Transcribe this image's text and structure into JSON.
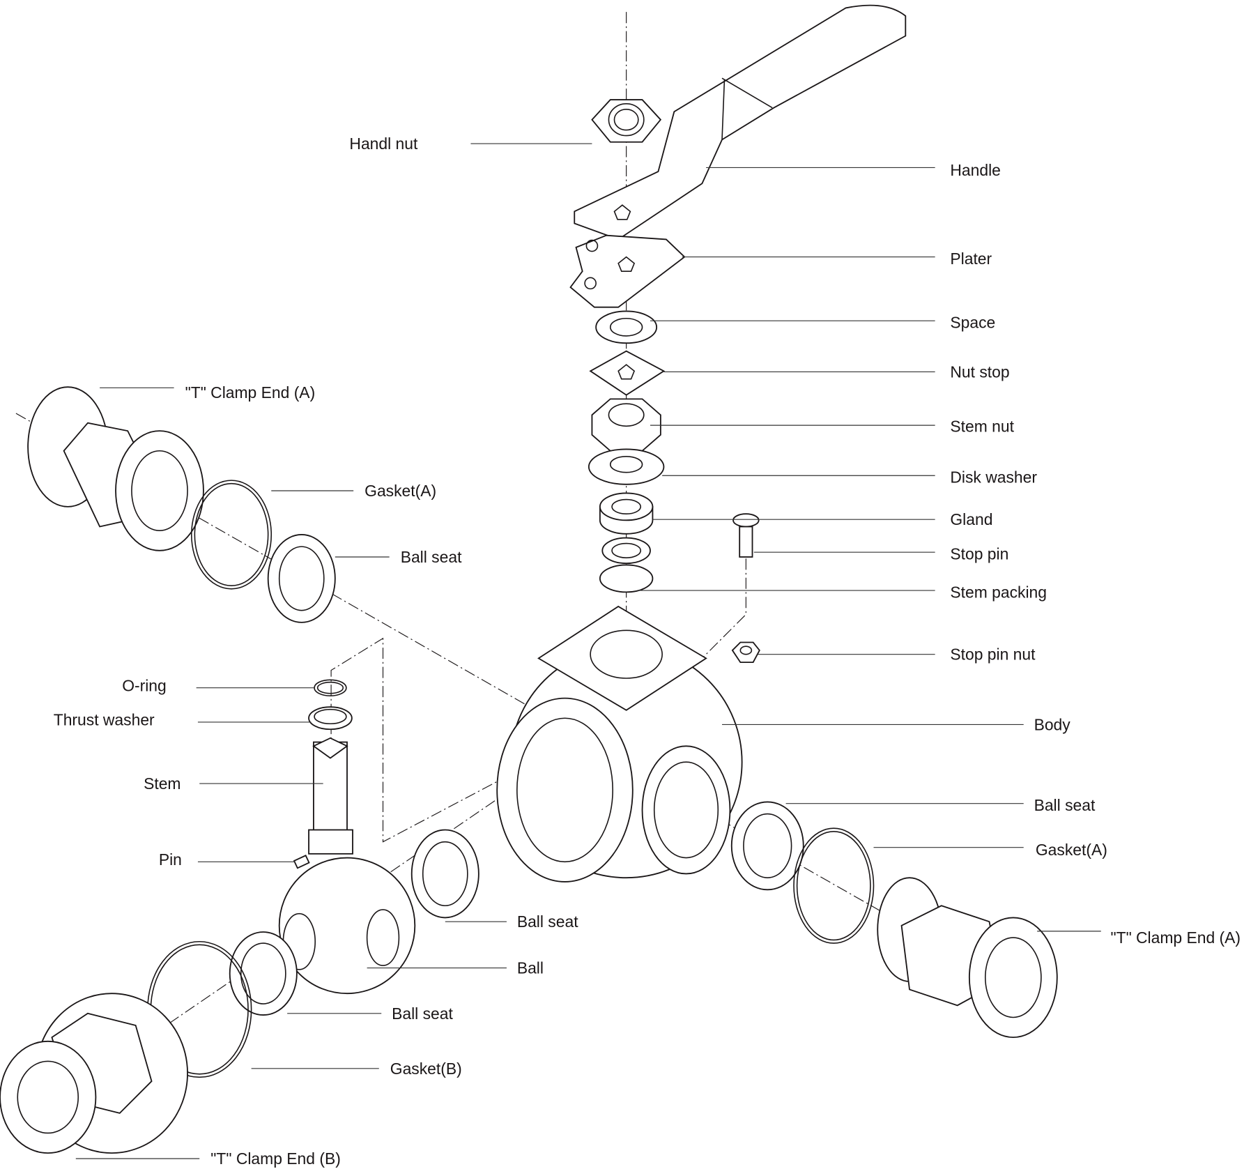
{
  "diagram": {
    "labels": {
      "handl_nut": "Handl nut",
      "handle": "Handle",
      "plater": "Plater",
      "space": "Space",
      "nut_stop": "Nut stop",
      "stem_nut": "Stem nut",
      "disk_washer": "Disk washer",
      "gland": "Gland",
      "stop_pin": "Stop pin",
      "stem_packing": "Stem packing",
      "stop_pin_nut": "Stop pin nut",
      "body": "Body",
      "ball_seat_right": "Ball seat",
      "gasket_a_right": "Gasket(A)",
      "t_clamp_end_a_right": "\"T\" Clamp End (A)",
      "t_clamp_end_a_left": "\"T\" Clamp End (A)",
      "gasket_a_left": "Gasket(A)",
      "ball_seat_left": "Ball seat",
      "o_ring": "O-ring",
      "thrust_washer": "Thrust washer",
      "stem": "Stem",
      "pin": "Pin",
      "ball_seat_center": "Ball seat",
      "ball": "Ball",
      "ball_seat_lower": "Ball seat",
      "gasket_b": "Gasket(B)",
      "t_clamp_end_b": "\"T\" Clamp End (B)"
    }
  }
}
